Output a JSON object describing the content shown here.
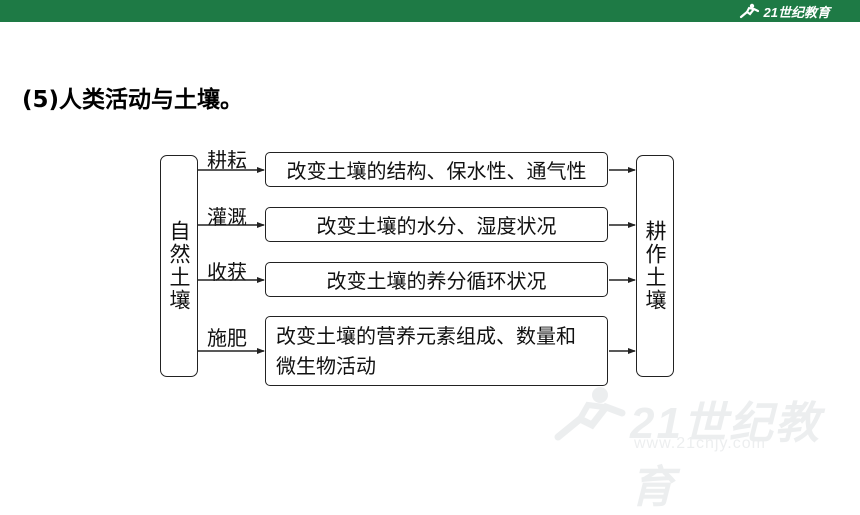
{
  "header": {
    "logo_text": "21世纪教育"
  },
  "title": "(5)人类活动与土壤。",
  "diagram": {
    "left_box": "自然土壤",
    "right_box": "耕作土壤",
    "rows": [
      {
        "label": "耕耘",
        "text": "改变土壤的结构、保水性、通气性"
      },
      {
        "label": "灌溉",
        "text": "改变土壤的水分、湿度状况"
      },
      {
        "label": "收获",
        "text": "改变土壤的养分循环状况"
      },
      {
        "label": "施肥",
        "text_line1": "改变土壤的营养元素组成、数量和",
        "text_line2": "微生物活动"
      }
    ]
  },
  "watermark": {
    "text": "21世纪教育",
    "url": "www.21cnjy.com"
  },
  "colors": {
    "header_bar": "#1e7a45",
    "border": "#222222"
  }
}
